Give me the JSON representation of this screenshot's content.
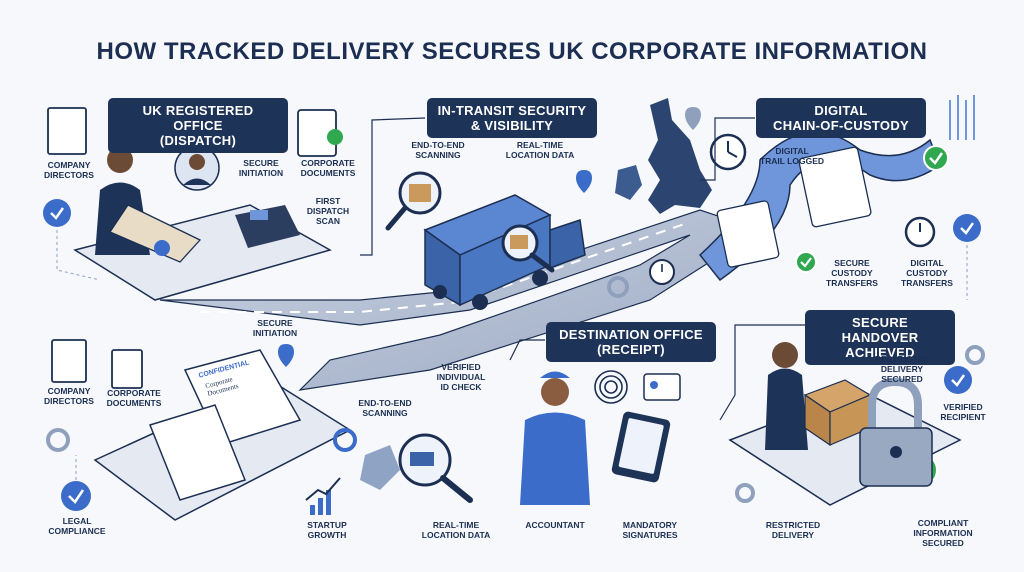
{
  "title": "HOW TRACKED DELIVERY SECURES UK CORPORATE INFORMATION",
  "panels": {
    "dispatch": [
      "UK REGISTERED OFFICE",
      "(DISPATCH)"
    ],
    "transit": [
      "IN-TRANSIT SECURITY",
      "& VISIBILITY"
    ],
    "custody": [
      "DIGITAL",
      "CHAIN-OF-CUSTODY"
    ],
    "destination": [
      "DESTINATION OFFICE",
      "(RECEIPT)"
    ],
    "handover": [
      "SECURE HANDOVER",
      "ACHIEVED"
    ]
  },
  "labels": {
    "company_directors_top": [
      "COMPANY",
      "DIRECTORS"
    ],
    "secure_initiation_top": [
      "SECURE",
      "INITIATION"
    ],
    "corporate_documents_top": [
      "CORPORATE",
      "DOCUMENTS"
    ],
    "first_dispatch_scan": [
      "FIRST",
      "DISPATCH",
      "SCAN"
    ],
    "end_to_end_scanning_top": [
      "END-TO-END",
      "SCANNING"
    ],
    "real_time_location_top": [
      "REAL-TIME",
      "LOCATION DATA"
    ],
    "digital_trail_logged": [
      "DIGITAL",
      "TRAIL LOGGED"
    ],
    "secure_custody_transfers": [
      "SECURE",
      "CUSTODY",
      "TRANSFERS"
    ],
    "digital_custody_transfers": [
      "DIGITAL",
      "CUSTODY",
      "TRANSFERS"
    ],
    "secure_initiation_mid": [
      "SECURE",
      "INITIATION"
    ],
    "company_directors_bottom": [
      "COMPANY",
      "DIRECTORS"
    ],
    "corporate_documents_bottom": [
      "CORPORATE",
      "DOCUMENTS"
    ],
    "verified_id_check": [
      "VERIFIED",
      "INDIVIDUAL",
      "ID CHECK"
    ],
    "end_to_end_scanning_bottom": [
      "END-TO-END",
      "SCANNING"
    ],
    "restricted_delivery_secured": [
      "RESTRICTED",
      "DELIVERY",
      "SECURED"
    ],
    "verified_recipient": [
      "VERIFIED",
      "RECIPIENT"
    ],
    "legal_compliance": [
      "LEGAL",
      "COMPLIANCE"
    ],
    "startup_growth": [
      "STARTUP",
      "GROWTH"
    ],
    "real_time_location_bottom": [
      "REAL-TIME",
      "LOCATION DATA"
    ],
    "accountant": [
      "ACCOUNTANT"
    ],
    "mandatory_signatures": [
      "MANDATORY",
      "SIGNATURES"
    ],
    "restricted_delivery": [
      "RESTRICTED",
      "DELIVERY"
    ],
    "compliant_information_secured": [
      "COMPLIANT",
      "INFORMATION",
      "SECURED"
    ]
  },
  "document_text": {
    "confidential": "CONFIDENTIAL",
    "corporate_documents": [
      "Corporate",
      "Documents"
    ]
  },
  "colors": {
    "navy": "#1e3358",
    "road": "#b8c3d6",
    "accent_blue": "#3b6cc9",
    "check_green": "#2fa84f",
    "ribbon": "#6f96da"
  }
}
